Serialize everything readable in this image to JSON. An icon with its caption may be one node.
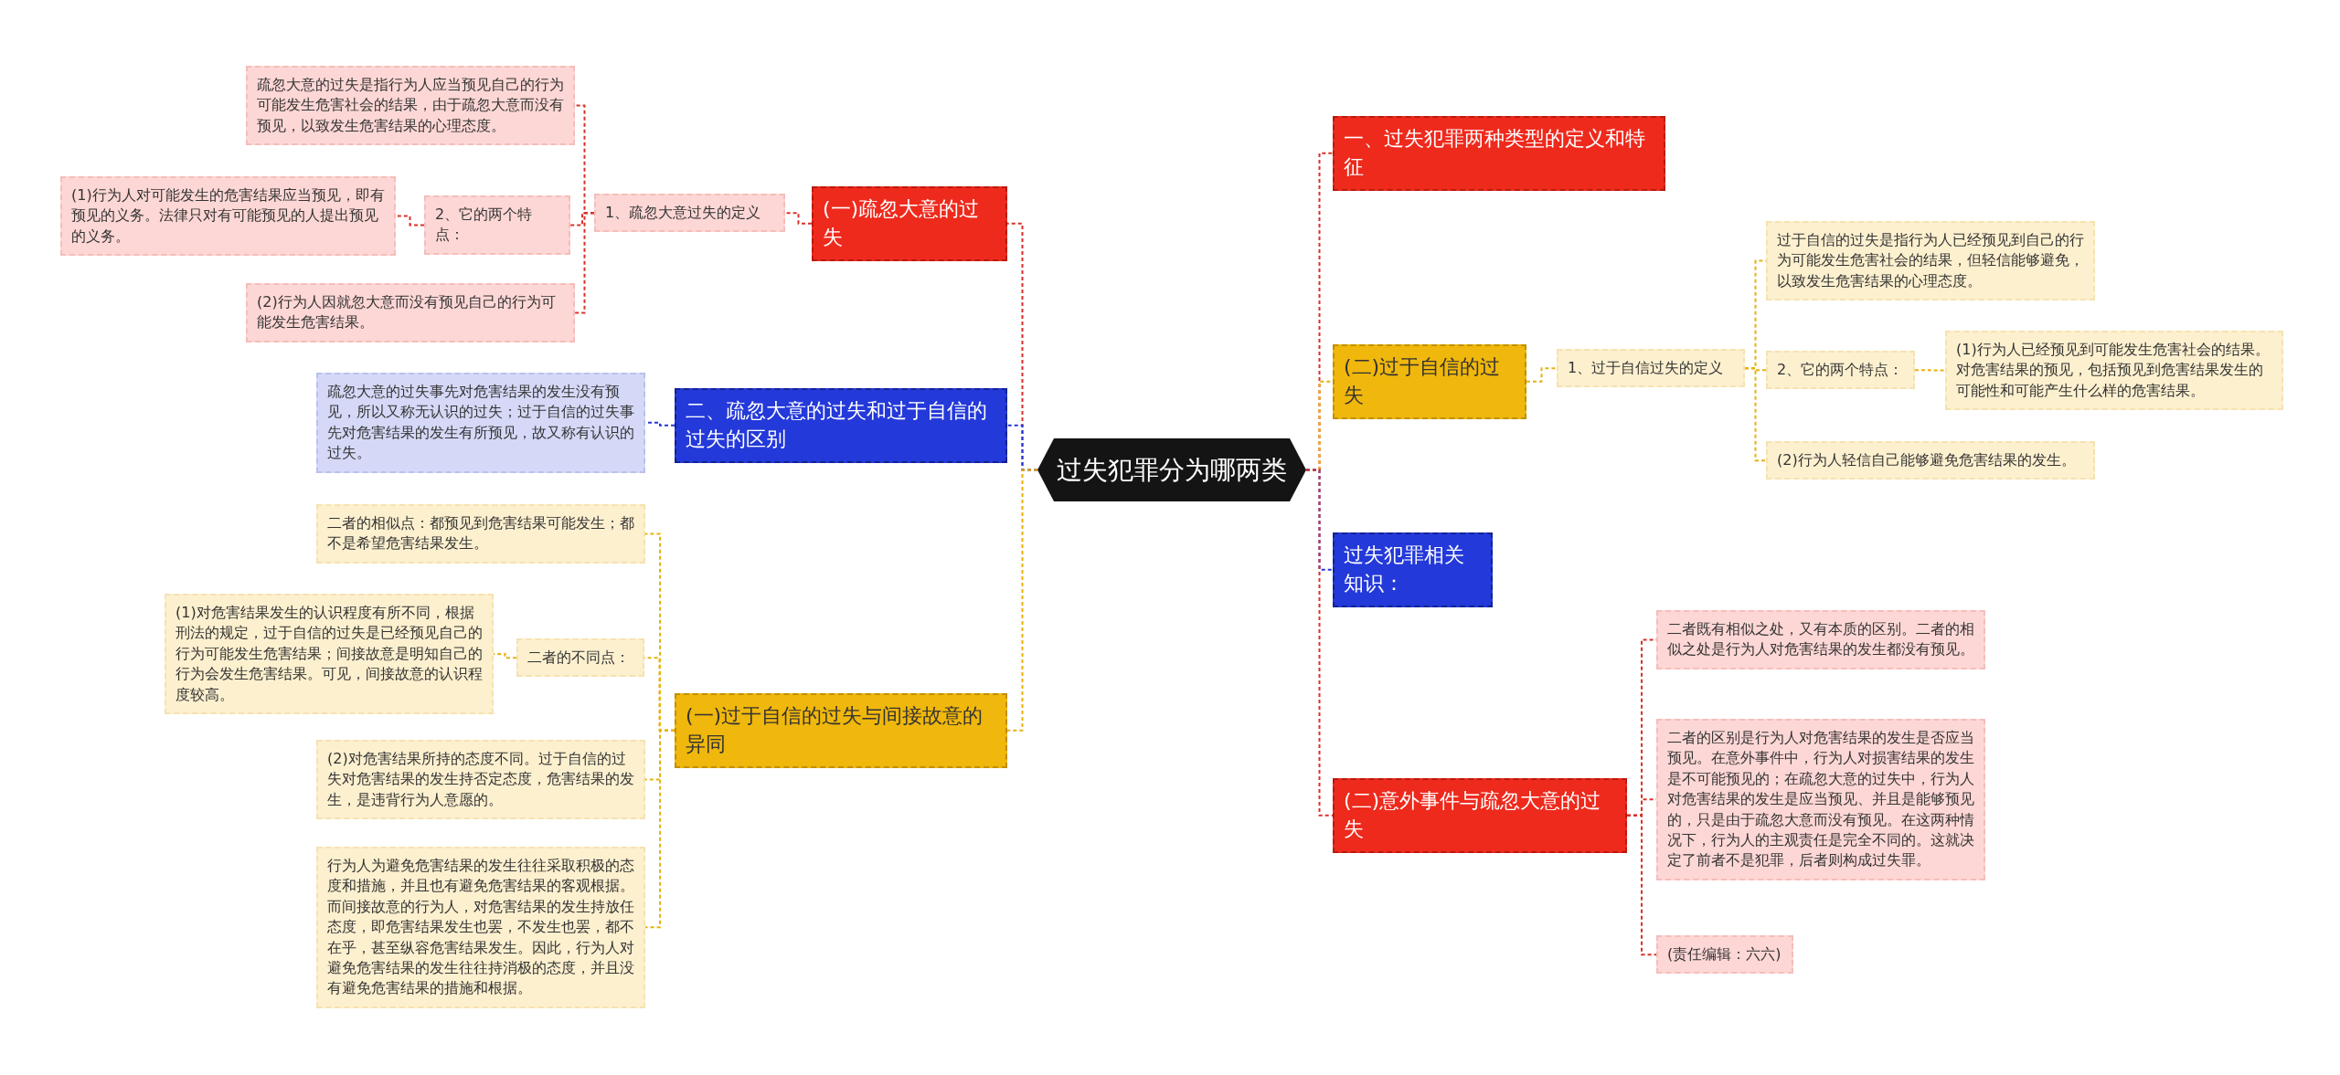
{
  "diagram": {
    "nodes": [
      {
        "text": [
          "过失犯罪分为哪两类"
        ]
      },
      {
        "text": [
          "(一)疏忽大意的过失"
        ]
      },
      {
        "text": [
          "1、疏忽大意过失的定义"
        ]
      },
      {
        "text": [
          "疏忽大意的过失是指行为人应当预见自己的行为可能发生危害社会的结果，由于疏忽大意而没有预见，以致发生危害结果的心理态度。"
        ]
      },
      {
        "text": [
          "2、它的两个特点："
        ]
      },
      {
        "text": [
          "(1)行为人对可能发生的危害结果应当预见，即有预见的义务。法律只对有可能预见的人提出预见的义务。"
        ]
      },
      {
        "text": [
          "(2)行为人因就忽大意而没有预见自己的行为可能发生危害结果。"
        ]
      },
      {
        "text": [
          "二、疏忽大意的过失和过于自信的过失的区别"
        ]
      },
      {
        "text": [
          "疏忽大意的过失事先对危害结果的发生没有预见，所以又称无认识的过失；过于自信的过失事先对危害结果的发生有所预见，故又称有认识的过失。"
        ]
      },
      {
        "text": [
          "(一)过于自信的过失与间接故意的异同"
        ]
      },
      {
        "text": [
          "二者的相似点：都预见到危害结果可能发生；都不是希望危害结果发生。"
        ]
      },
      {
        "text": [
          "二者的不同点："
        ]
      },
      {
        "text": [
          "(1)对危害结果发生的认识程度有所不同，根据刑法的规定，过于自信的过失是已经预见自己的行为可能发生危害结果；间接故意是明知自己的行为会发生危害结果。可见，间接故意的认识程度较高。"
        ]
      },
      {
        "text": [
          "(2)对危害结果所持的态度不同。过于自信的过失对危害结果的发生持否定态度，危害结果的发生，是违背行为人意愿的。"
        ]
      },
      {
        "text": [
          "行为人为避免危害结果的发生往往采取积极的态度和措施，并且也有避免危害结果的客观根据。而间接故意的行为人，对危害结果的发生持放任态度，即危害结果发生也罢，不发生也罢，都不在乎，甚至纵容危害结果发生。因此，行为人对避免危害结果的发生往往持消极的态度，并且没有避免危害结果的措施和根据。"
        ]
      },
      {
        "text": [
          "一、过失犯罪两种类型的定义和特征"
        ]
      },
      {
        "text": [
          "(二)过于自信的过失"
        ]
      },
      {
        "text": [
          "1、过于自信过失的定义"
        ]
      },
      {
        "text": [
          "过于自信的过失是指行为人已经预见到自己的行为可能发生危害社会的结果，但轻信能够避免，以致发生危害结果的心理态度。"
        ]
      },
      {
        "text": [
          "2、它的两个特点："
        ]
      },
      {
        "text": [
          "(1)行为人已经预见到可能发生危害社会的结果。对危害结果的预见，包括预见到危害结果发生的可能性和可能产生什么样的危害结果。"
        ]
      },
      {
        "text": [
          "(2)行为人轻信自己能够避免危害结果的发生。"
        ]
      },
      {
        "text": [
          "过失犯罪相关知识："
        ]
      },
      {
        "text": [
          "(二)意外事件与疏忽大意的过失"
        ]
      },
      {
        "text": [
          "二者既有相似之处，又有本质的区别。二者的相似之处是行为人对危害结果的发生都没有预见。"
        ]
      },
      {
        "text": [
          "二者的区别是行为人对危害结果的发生是否应当预见。在意外事件中，行为人对损害结果的发生是不可能预见的；在疏忽大意的过失中，行为人对危害结果的发生是应当预见、并且是能够预见的，只是由于疏忽大意而没有预见。在这两种情况下，行为人的主观责任是完全不同的。这就决定了前者不是犯罪，后者则构成过失罪。"
        ]
      },
      {
        "text": [
          "(责任编辑：六六)"
        ]
      }
    ],
    "edges": [
      {
        "from": 0,
        "to": 1,
        "arrow": "none",
        "style": "dashed",
        "color": "#d9302a"
      },
      {
        "from": 1,
        "to": 2,
        "arrow": "none",
        "style": "dashed",
        "color": "#d9302a"
      },
      {
        "from": 2,
        "to": 3,
        "arrow": "none",
        "style": "dashed",
        "color": "#d9302a"
      },
      {
        "from": 2,
        "to": 4,
        "arrow": "none",
        "style": "dashed",
        "color": "#d9302a"
      },
      {
        "from": 4,
        "to": 5,
        "arrow": "none",
        "style": "dashed",
        "color": "#d9302a"
      },
      {
        "from": 2,
        "to": 6,
        "arrow": "none",
        "style": "dashed",
        "color": "#d9302a"
      },
      {
        "from": 0,
        "to": 7,
        "arrow": "none",
        "style": "dashed",
        "color": "#2439d9"
      },
      {
        "from": 7,
        "to": 8,
        "arrow": "none",
        "style": "dashed",
        "color": "#2439d9"
      },
      {
        "from": 0,
        "to": 9,
        "arrow": "none",
        "style": "dashed",
        "color": "#e8b20c"
      },
      {
        "from": 9,
        "to": 10,
        "arrow": "none",
        "style": "dashed",
        "color": "#e8b20c"
      },
      {
        "from": 9,
        "to": 11,
        "arrow": "none",
        "style": "dashed",
        "color": "#e8b20c"
      },
      {
        "from": 11,
        "to": 12,
        "arrow": "none",
        "style": "dashed",
        "color": "#e8b20c"
      },
      {
        "from": 9,
        "to": 13,
        "arrow": "none",
        "style": "dashed",
        "color": "#e8b20c"
      },
      {
        "from": 9,
        "to": 14,
        "arrow": "none",
        "style": "dashed",
        "color": "#e8b20c"
      },
      {
        "from": 0,
        "to": 15,
        "arrow": "none",
        "style": "dashed",
        "color": "#d9302a"
      },
      {
        "from": 0,
        "to": 16,
        "arrow": "none",
        "style": "dashed",
        "color": "#e8b20c"
      },
      {
        "from": 16,
        "to": 17,
        "arrow": "none",
        "style": "dashed",
        "color": "#e8b20c"
      },
      {
        "from": 17,
        "to": 18,
        "arrow": "none",
        "style": "dashed",
        "color": "#e8b20c"
      },
      {
        "from": 17,
        "to": 19,
        "arrow": "none",
        "style": "dashed",
        "color": "#e8b20c"
      },
      {
        "from": 19,
        "to": 20,
        "arrow": "none",
        "style": "dashed",
        "color": "#e8b20c"
      },
      {
        "from": 17,
        "to": 21,
        "arrow": "none",
        "style": "dashed",
        "color": "#e8b20c"
      },
      {
        "from": 0,
        "to": 22,
        "arrow": "none",
        "style": "dashed",
        "color": "#2439d9"
      },
      {
        "from": 0,
        "to": 23,
        "arrow": "none",
        "style": "dashed",
        "color": "#d9302a"
      },
      {
        "from": 23,
        "to": 24,
        "arrow": "none",
        "style": "dashed",
        "color": "#d9302a"
      },
      {
        "from": 23,
        "to": 25,
        "arrow": "none",
        "style": "dashed",
        "color": "#d9302a"
      },
      {
        "from": 23,
        "to": 26,
        "arrow": "none",
        "style": "dashed",
        "color": "#d9302a"
      }
    ]
  }
}
